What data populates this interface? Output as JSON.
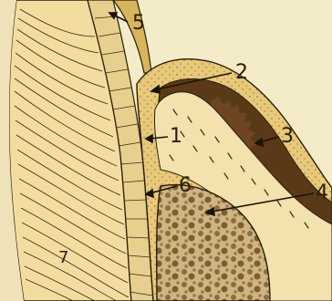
{
  "callouts": [
    {
      "id": "1",
      "label": "1"
    },
    {
      "id": "2",
      "label": "2"
    },
    {
      "id": "3",
      "label": "3"
    },
    {
      "id": "4",
      "label": "4"
    },
    {
      "id": "5",
      "label": "5"
    },
    {
      "id": "6",
      "label": "6"
    },
    {
      "id": "7",
      "label": "7"
    }
  ],
  "colors": {
    "background": "#f4ecc8",
    "outline": "#2a1d0a",
    "dentin": "#f2dca0",
    "enamel_orange": "#d19a2a",
    "bone_dark": "#5a3a16",
    "spongy_bone": "#cdb585",
    "periodontal_ligament": "#e7cf8e",
    "gum": "#b57b36"
  }
}
